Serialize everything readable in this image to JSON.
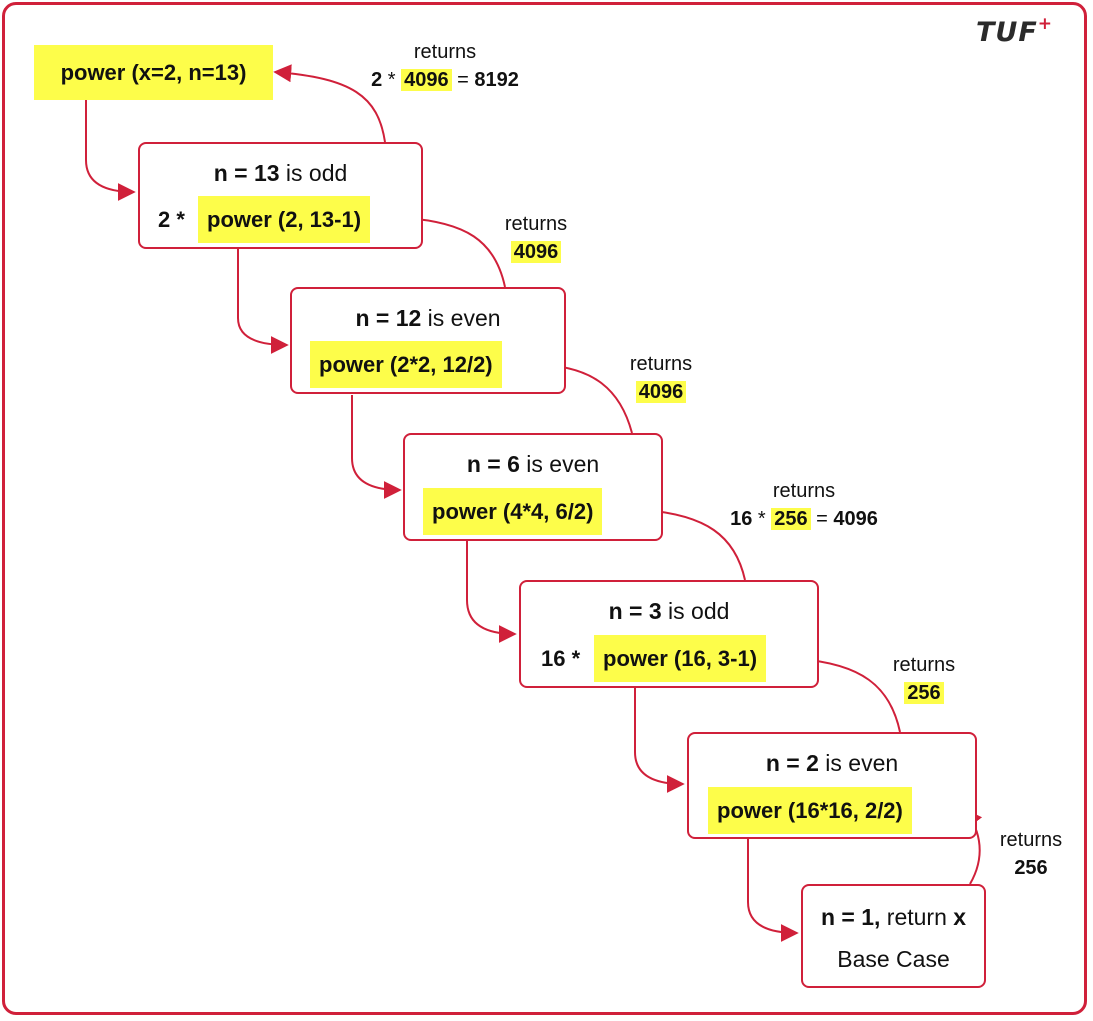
{
  "brand": {
    "name": "TUF",
    "mark": "+"
  },
  "colors": {
    "accent": "#d0203a",
    "highlight": "#fdfd4a"
  },
  "root_call": "power (x=2, n=13)",
  "nodes": [
    {
      "cond_bold": "n = 13",
      "cond_rest": " is odd",
      "prefix": "2 *",
      "call": "power (2, 13-1)"
    },
    {
      "cond_bold": "n = 12",
      "cond_rest": " is even",
      "prefix": "",
      "call": "power (2*2, 12/2)"
    },
    {
      "cond_bold": "n = 6",
      "cond_rest": " is even",
      "prefix": "",
      "call": "power (4*4, 6/2)"
    },
    {
      "cond_bold": "n = 3",
      "cond_rest": " is odd",
      "prefix": "16 *",
      "call": "power (16, 3-1)"
    },
    {
      "cond_bold": "n = 2",
      "cond_rest": " is even",
      "prefix": "",
      "call": "power (16*16, 2/2)"
    }
  ],
  "base": {
    "line1_bold": "n = 1,",
    "line1_mid": " return ",
    "line1_var": "x",
    "line2": "Base Case"
  },
  "returns": [
    {
      "label": "returns",
      "left": "2",
      "op": " * ",
      "chip": "4096",
      "eq": " = ",
      "result": "8192"
    },
    {
      "label": "returns",
      "chip": "4096"
    },
    {
      "label": "returns",
      "chip": "4096"
    },
    {
      "label": "returns",
      "left": "16",
      "op": " * ",
      "chip": "256",
      "eq": " = ",
      "result": "4096"
    },
    {
      "label": "returns",
      "chip": "256"
    },
    {
      "label": "returns",
      "plain": "256"
    }
  ]
}
